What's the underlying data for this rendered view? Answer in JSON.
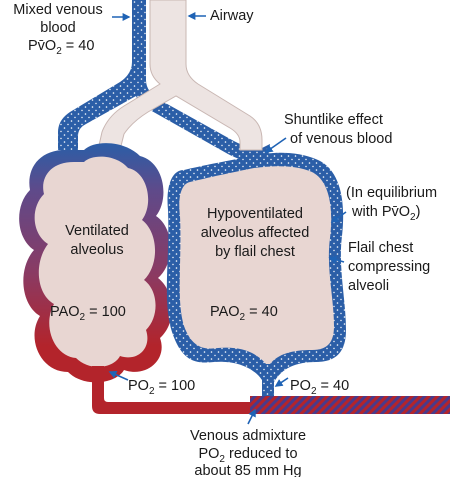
{
  "labels": {
    "mixed_venous_line1": "Mixed venous",
    "mixed_venous_line2": "blood",
    "pvo2_prefix": "P",
    "pvo2_vbar": "v̄",
    "pvo2_o": "O",
    "pvo2_sub": "2",
    "pvo2_value": " = 40",
    "airway": "Airway",
    "shunt_line1": "Shuntlike effect",
    "shunt_line2": "of venous blood",
    "equil_line1": "(In equilibrium",
    "equil_line2_a": "with P",
    "equil_line2_vbar": "v̄",
    "equil_line2_o": "O",
    "equil_line2_sub": "2",
    "equil_line2_close": ")",
    "flail_line1": "Flail chest",
    "flail_line2": "compressing",
    "flail_line3": "alveoli",
    "ventilated_line1": "Ventilated",
    "ventilated_line2": "alveolus",
    "hypo_line1": "Hypoventilated",
    "hypo_line2": "alveolus affected",
    "hypo_line3": "by flail chest",
    "pao2_left_prefix": "PAO",
    "pao2_left_sub": "2",
    "pao2_left_value": " = 100",
    "pao2_right_prefix": "PAO",
    "pao2_right_sub": "2",
    "pao2_right_value": " = 40",
    "po2_left_prefix": "PO",
    "po2_left_sub": "2",
    "po2_left_value": " = 100",
    "po2_right_prefix": "PO",
    "po2_right_sub": "2",
    "po2_right_value": " = 40",
    "admix_line1": "Venous admixture",
    "admix_line2_prefix": "PO",
    "admix_line2_sub": "2",
    "admix_line2_rest": " reduced to",
    "admix_line3": "about 85 mm Hg"
  },
  "colors": {
    "venous_blue": "#2b5ea7",
    "arterial_red": "#b3242b",
    "alveolus_fill": "#e8d6d2",
    "airway_fill": "#ede4e2",
    "mixed_purple": "#6e4a86",
    "arrow": "#1f63b5",
    "text": "#1a1a1a"
  }
}
